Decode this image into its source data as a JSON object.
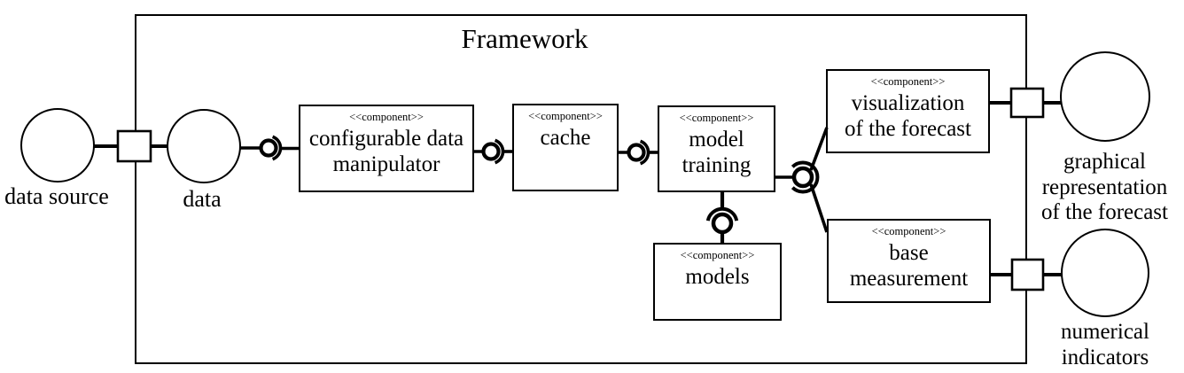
{
  "framework": {
    "title": "Framework"
  },
  "stereotype_label": "<<component>>",
  "components": {
    "configurable_data_manipulator": {
      "line1": "configurable data",
      "line2": "manipulator"
    },
    "cache": {
      "line1": "cache"
    },
    "model_training": {
      "line1": "model",
      "line2": "training"
    },
    "models": {
      "line1": "models"
    },
    "visualization_of_the_forecast": {
      "line1": "visualization",
      "line2": "of the forecast"
    },
    "base_measurement": {
      "line1": "base",
      "line2": "measurement"
    }
  },
  "interfaces": {
    "data_source": {
      "label": "data source"
    },
    "data": {
      "label": "data"
    },
    "graphical_representation": {
      "line1": "graphical",
      "line2": "representation",
      "line3": "of the forecast"
    },
    "numerical_indicators": {
      "line1": "numerical",
      "line2": "indicators"
    }
  },
  "icons": {
    "ball": "provided-interface-ball-icon",
    "socket": "required-interface-socket-icon",
    "port": "port-square-icon",
    "lollipop": "interface-circle-icon"
  },
  "colors": {
    "line": "#000000",
    "background": "#ffffff"
  }
}
